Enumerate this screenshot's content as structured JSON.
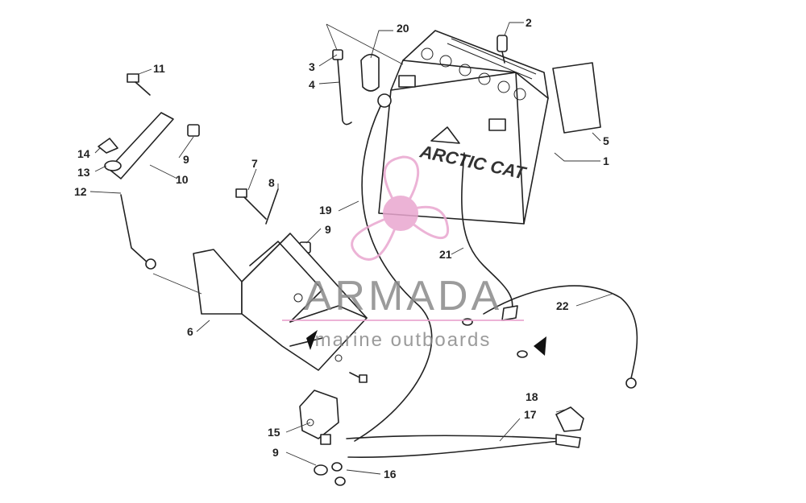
{
  "callouts": [
    {
      "label": "1"
    },
    {
      "label": "2"
    },
    {
      "label": "3"
    },
    {
      "label": "4"
    },
    {
      "label": "5"
    },
    {
      "label": "6"
    },
    {
      "label": "7"
    },
    {
      "label": "8"
    },
    {
      "label": "9"
    },
    {
      "label": "9"
    },
    {
      "label": "9"
    },
    {
      "label": "10"
    },
    {
      "label": "11"
    },
    {
      "label": "12"
    },
    {
      "label": "13"
    },
    {
      "label": "14"
    },
    {
      "label": "15"
    },
    {
      "label": "16"
    },
    {
      "label": "17"
    },
    {
      "label": "18"
    },
    {
      "label": "19"
    },
    {
      "label": "20"
    },
    {
      "label": "21"
    },
    {
      "label": "22"
    }
  ],
  "battery": {
    "brand": "ARCTIC CAT"
  },
  "watermark": {
    "title": "ARMADA",
    "subtitle": "marine outboards",
    "accent_color": "#e9a6cf"
  }
}
